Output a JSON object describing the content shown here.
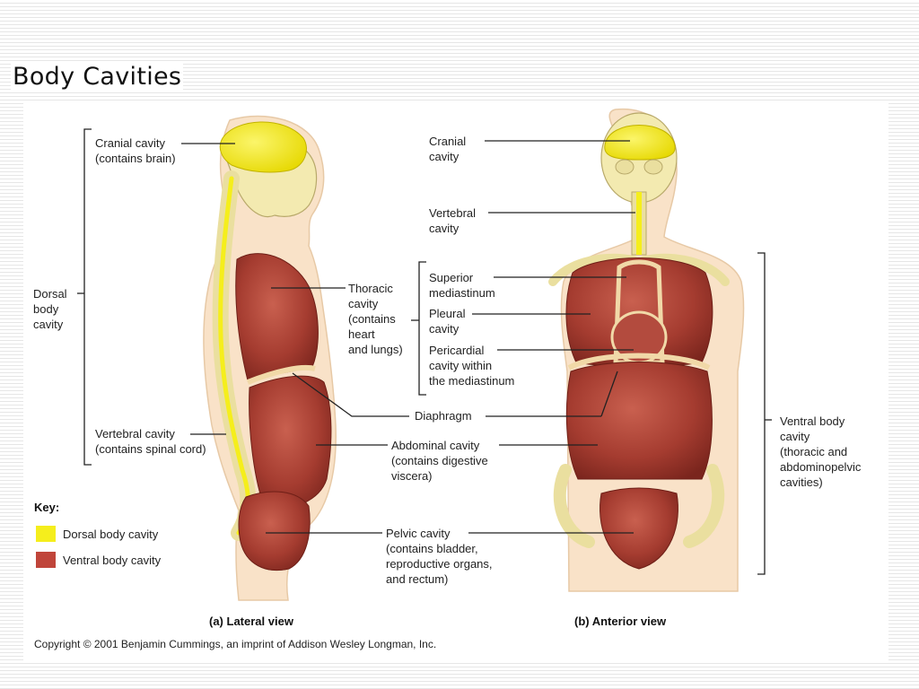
{
  "title": "Body Cavities",
  "colors": {
    "dorsal": "#f5ee1c",
    "ventral": "#a8453a",
    "skin": "#f9e2c8",
    "bone": "#f3eab0"
  },
  "labels": {
    "cranial_lateral": [
      "Cranial cavity",
      "(contains brain)"
    ],
    "dorsal_body": [
      "Dorsal",
      "body",
      "cavity"
    ],
    "vertebral_lateral": [
      "Vertebral cavity",
      "(contains spinal cord)"
    ],
    "thoracic": [
      "Thoracic",
      "cavity",
      "(contains",
      "heart",
      "and lungs)"
    ],
    "diaphragm": "Diaphragm",
    "abdominal": [
      "Abdominal cavity",
      "(contains digestive",
      "viscera)"
    ],
    "pelvic": [
      "Pelvic cavity",
      "(contains bladder,",
      "reproductive organs,",
      "and rectum)"
    ],
    "cranial_anterior": [
      "Cranial",
      "cavity"
    ],
    "vertebral_anterior": [
      "Vertebral",
      "cavity"
    ],
    "superior_mediastinum": [
      "Superior",
      "mediastinum"
    ],
    "pleural": [
      "Pleural",
      "cavity"
    ],
    "pericardial": [
      "Pericardial",
      "cavity within",
      "the mediastinum"
    ],
    "ventral_body": [
      "Ventral body",
      "cavity",
      "(thoracic and",
      "abdominopelvic",
      "cavities)"
    ]
  },
  "key": {
    "title": "Key:",
    "items": [
      {
        "label": "Dorsal body cavity",
        "color": "#f5ee1c"
      },
      {
        "label": "Ventral body cavity",
        "color": "#c0453a"
      }
    ]
  },
  "captions": {
    "lateral": "(a) Lateral view",
    "anterior": "(b) Anterior view"
  },
  "copyright": "Copyright © 2001 Benjamin Cummings, an imprint of Addison Wesley Longman, Inc."
}
